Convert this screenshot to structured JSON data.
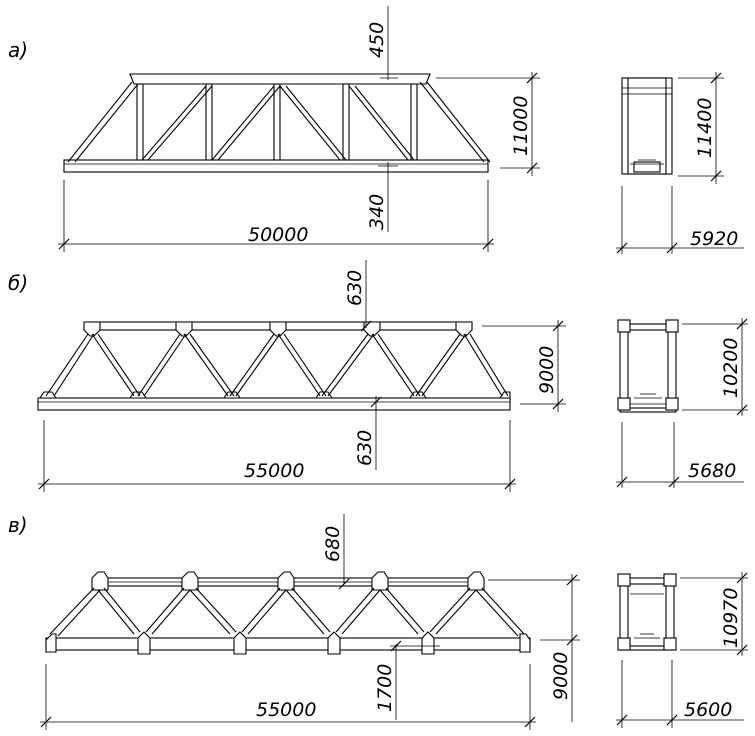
{
  "variants": [
    {
      "label": "а)",
      "top_offset": "450",
      "bottom_offset": "340",
      "height": "11000",
      "span": "50000",
      "section_height": "11400",
      "section_width": "5920"
    },
    {
      "label": "б)",
      "top_offset": "630",
      "bottom_offset": "630",
      "height": "9000",
      "span": "55000",
      "section_height": "10200",
      "section_width": "5680"
    },
    {
      "label": "в)",
      "top_offset": "680",
      "bottom_offset": "1700",
      "height": "9000",
      "span": "55000",
      "section_height": "10970",
      "section_width": "5600"
    }
  ]
}
